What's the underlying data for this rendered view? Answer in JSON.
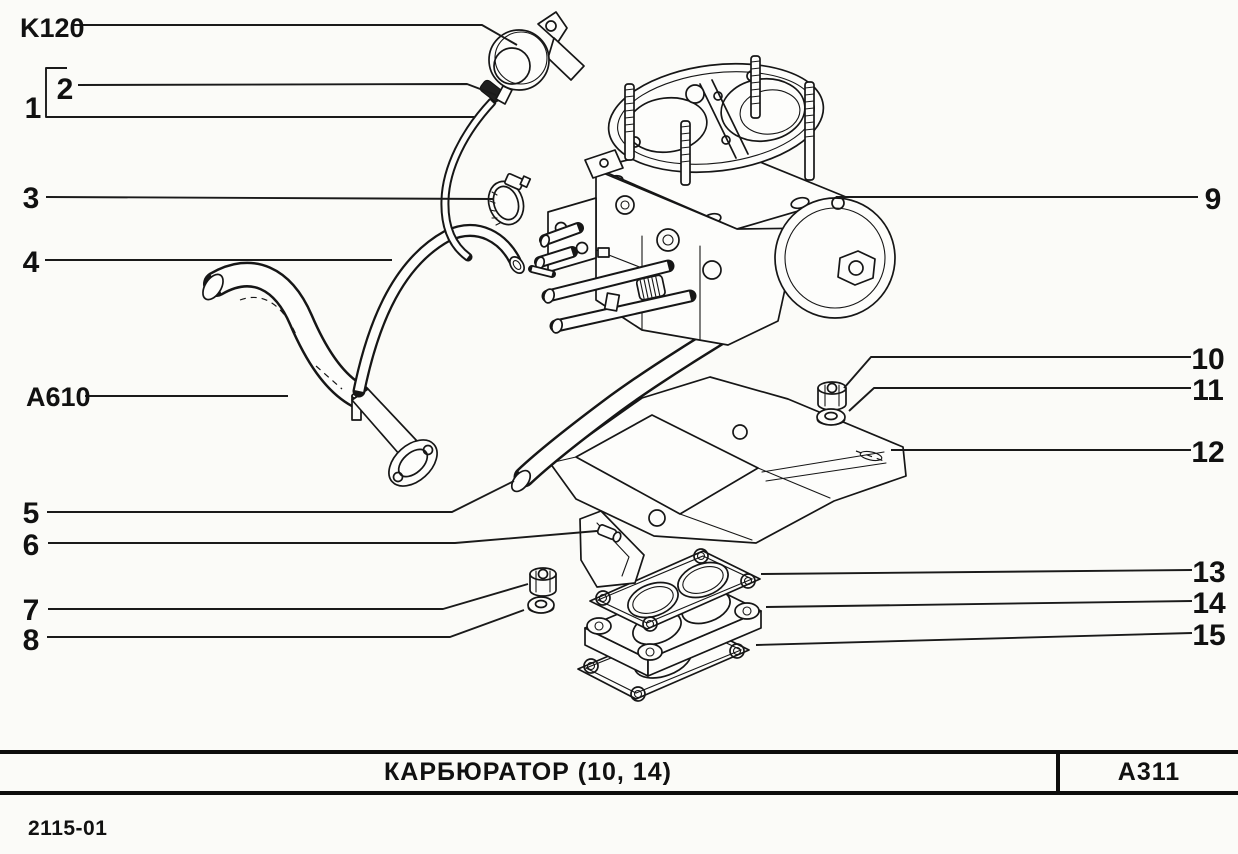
{
  "page": {
    "sheet_code": "2115-01",
    "title_block": {
      "title": "КАРБЮРАТОР  (10, 14)",
      "code": "А311"
    }
  },
  "diagram": {
    "subject": "carburetor-exploded-view",
    "callouts_left": [
      {
        "label": "K120"
      },
      {
        "label": "2"
      },
      {
        "label": "1"
      },
      {
        "label": "3"
      },
      {
        "label": "4"
      },
      {
        "label": "A610"
      },
      {
        "label": "5"
      },
      {
        "label": "6"
      },
      {
        "label": "7"
      },
      {
        "label": "8"
      }
    ],
    "callouts_right": [
      {
        "label": "9"
      },
      {
        "label": "10"
      },
      {
        "label": "11"
      },
      {
        "label": "12"
      },
      {
        "label": "13"
      },
      {
        "label": "14"
      },
      {
        "label": "15"
      }
    ],
    "colors": {
      "ink": "#161616",
      "paper": "#fbfbf8"
    }
  }
}
